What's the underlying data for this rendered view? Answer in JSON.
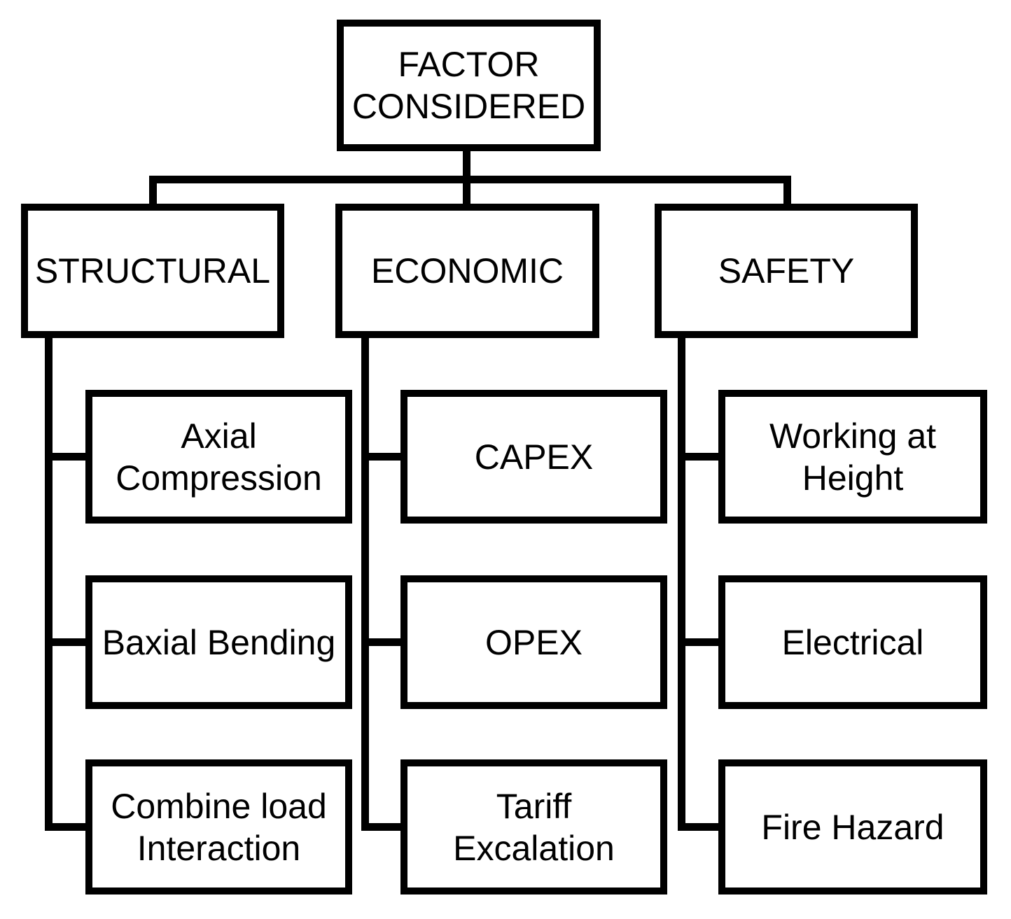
{
  "diagram": {
    "title": "Factor considered decision tree",
    "root": {
      "label": "FACTOR CONSIDERED"
    },
    "branches": [
      {
        "label": "STRUCTURAL",
        "children": [
          {
            "label": "Axial Compression"
          },
          {
            "label": "Baxial Bending"
          },
          {
            "label": "Combine load Interaction"
          }
        ]
      },
      {
        "label": "ECONOMIC",
        "children": [
          {
            "label": "CAPEX"
          },
          {
            "label": "OPEX"
          },
          {
            "label": "Tariff Excalation"
          }
        ]
      },
      {
        "label": "SAFETY",
        "children": [
          {
            "label": "Working at Height"
          },
          {
            "label": "Electrical"
          },
          {
            "label": "Fire Hazard"
          }
        ]
      }
    ],
    "colors": {
      "line": "#000000",
      "text": "#000000",
      "background": "#ffffff"
    }
  }
}
